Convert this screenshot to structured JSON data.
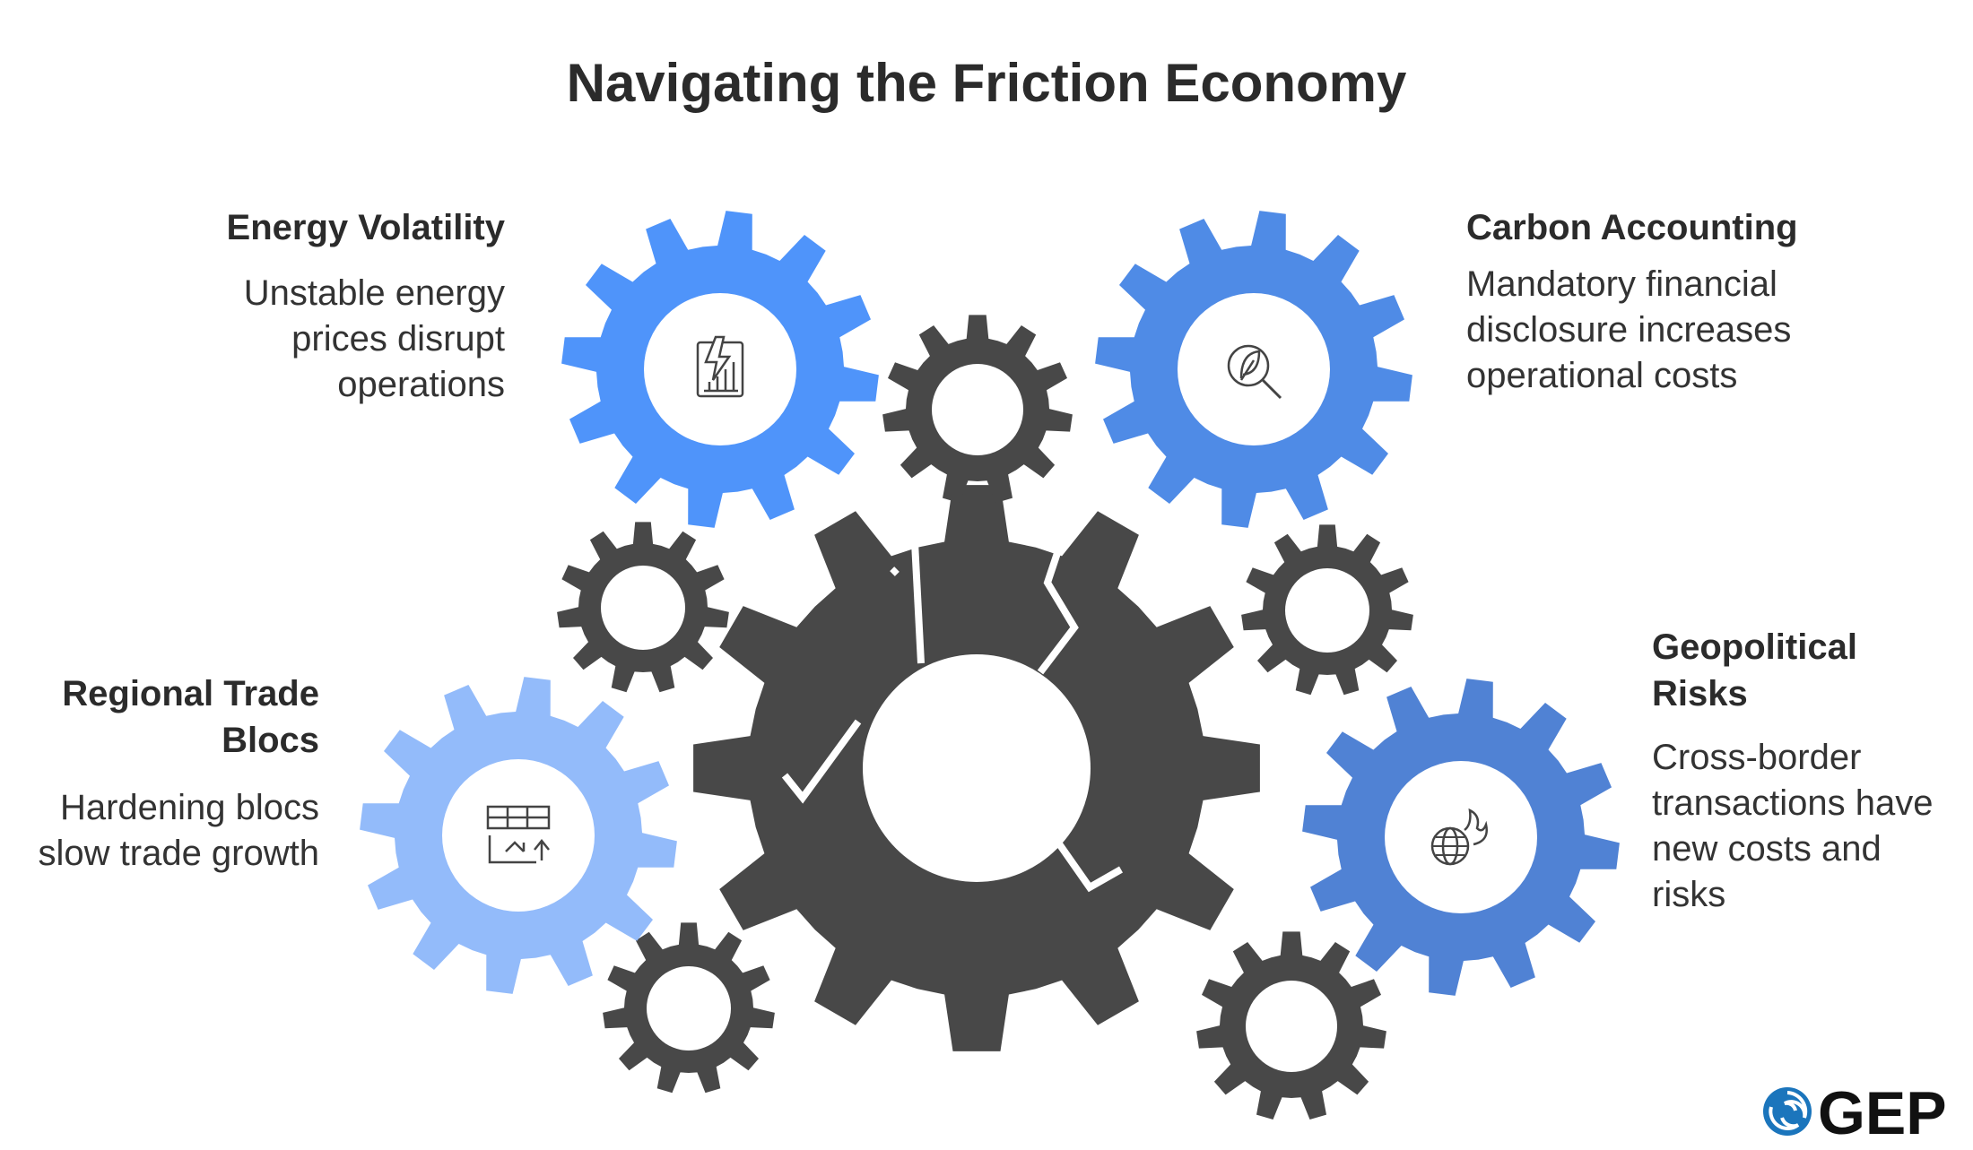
{
  "title": "Navigating the Friction Economy",
  "items": [
    {
      "heading": "Energy Volatility",
      "description": "Unstable energy prices disrupt operations",
      "icon": "energy-chart-icon",
      "color": "#4F94FA"
    },
    {
      "heading": "Carbon Accounting",
      "description": "Mandatory financial disclosure increases operational costs",
      "icon": "leaf-search-icon",
      "color": "#4F8BE6"
    },
    {
      "heading": "Regional Trade Blocs",
      "description": "Hardening blocs slow trade growth",
      "icon": "trade-grid-icon",
      "color": "#93BBFA"
    },
    {
      "heading": "Geopolitical Risks",
      "description": "Cross-border transactions have new costs and risks",
      "icon": "globe-fire-icon",
      "color": "#5082D4"
    }
  ],
  "gear_color": "#484848",
  "logo": {
    "text": "GEP",
    "color": "#1B75BC"
  }
}
